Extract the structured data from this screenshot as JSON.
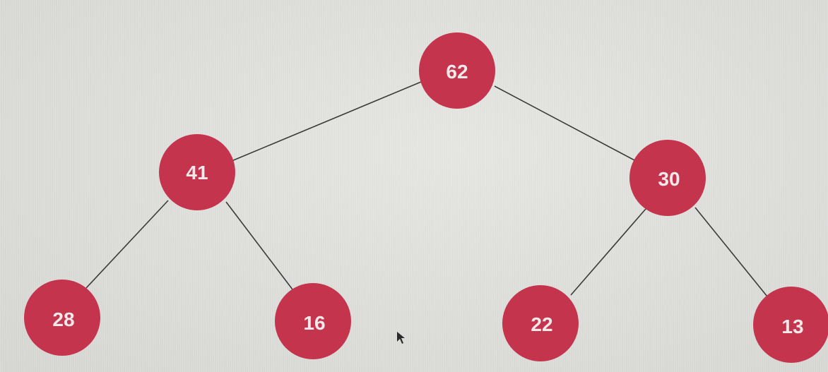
{
  "tree": {
    "nodes": [
      {
        "id": "n62",
        "label": "62"
      },
      {
        "id": "n41",
        "label": "41"
      },
      {
        "id": "n30",
        "label": "30"
      },
      {
        "id": "n28",
        "label": "28"
      },
      {
        "id": "n16",
        "label": "16"
      },
      {
        "id": "n22",
        "label": "22"
      },
      {
        "id": "n13",
        "label": "13"
      }
    ],
    "edges": [
      {
        "from": "n62",
        "to": "n41"
      },
      {
        "from": "n62",
        "to": "n30"
      },
      {
        "from": "n41",
        "to": "n28"
      },
      {
        "from": "n41",
        "to": "n16"
      },
      {
        "from": "n30",
        "to": "n22"
      },
      {
        "from": "n30",
        "to": "n13"
      }
    ],
    "node_color": "#c4344d",
    "label_color": "#f3e9ea",
    "edge_color": "#3a3a3a"
  }
}
